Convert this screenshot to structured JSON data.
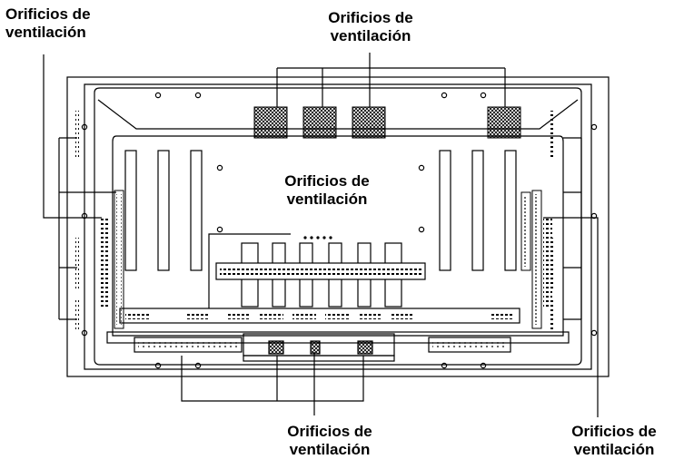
{
  "labels": {
    "top_left": {
      "line1": "Orificios de",
      "line2": "ventilación"
    },
    "top_center": {
      "line1": "Orificios de",
      "line2": "ventilación"
    },
    "middle": {
      "line1": "Orificios de",
      "line2": "ventilación"
    },
    "bottom_center": {
      "line1": "Orificios de",
      "line2": "ventilación"
    },
    "bottom_right": {
      "line1": "Orificios de",
      "line2": "ventilación"
    }
  },
  "colors": {
    "line": "#000000",
    "background": "#ffffff"
  }
}
